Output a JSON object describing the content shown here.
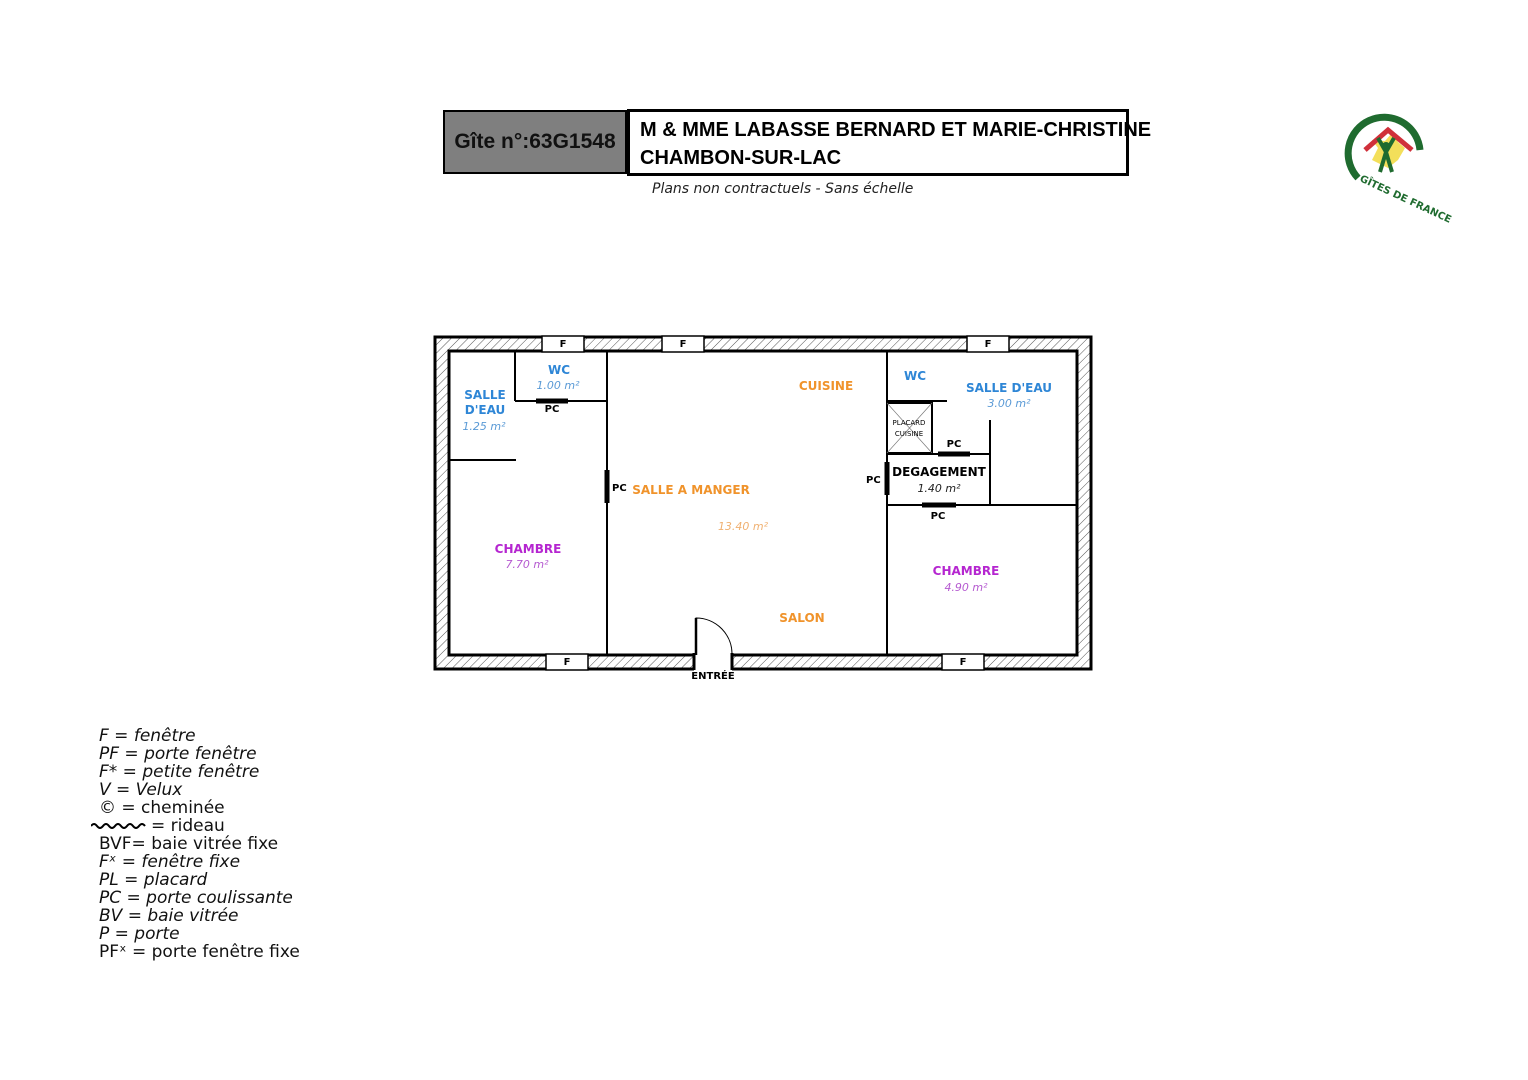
{
  "header": {
    "gite_number": "Gîte n°:63G1548",
    "owner_line1": "M & MME LABASSE BERNARD ET MARIE-CHRISTINE",
    "owner_line2": "CHAMBON-SUR-LAC",
    "subtitle": "Plans non contractuels - Sans échelle",
    "logo_text": "GÎTES DE FRANCE"
  },
  "colors": {
    "blue": "#2e86d6",
    "orange": "#f0932b",
    "purple": "#b526d0",
    "logo_green": "#1f6b2f",
    "logo_red": "#d0303a",
    "logo_yellow": "#f3df5a"
  },
  "plan": {
    "window_label": "F",
    "door_label": "PC",
    "entrance": "ENTRÉE",
    "rooms": {
      "salle_eau_left": {
        "name1": "SALLE",
        "name2": "D'EAU",
        "area": "1.25 m²"
      },
      "wc_left": {
        "name": "WC",
        "area": "1.00 m²"
      },
      "chambre_left": {
        "name": "CHAMBRE",
        "area": "7.70 m²"
      },
      "cuisine": {
        "name": "CUISINE"
      },
      "salle_manger": {
        "name": "SALLE A MANGER",
        "area": "13.40 m²"
      },
      "salon": {
        "name": "SALON"
      },
      "wc_right": {
        "name": "WC"
      },
      "placard": {
        "name1": "PLACARD",
        "name2": "CUISINE"
      },
      "salle_eau_right": {
        "name": "SALLE D'EAU",
        "area": "3.00 m²"
      },
      "degagement": {
        "name": "DEGAGEMENT",
        "area": "1.40 m²"
      },
      "chambre_right": {
        "name": "CHAMBRE",
        "area": "4.90 m²"
      }
    }
  },
  "legend": [
    "F = fenêtre",
    "PF = porte fenêtre",
    "F* = petite fenêtre",
    "V = Velux",
    "© = cheminée",
    "= rideau",
    "BVF= baie vitrée fixe",
    "Fˣ = fenêtre fixe",
    "PL = placard",
    "PC = porte coulissante",
    "BV = baie vitrée",
    "P = porte",
    "PFˣ = porte fenêtre fixe"
  ]
}
